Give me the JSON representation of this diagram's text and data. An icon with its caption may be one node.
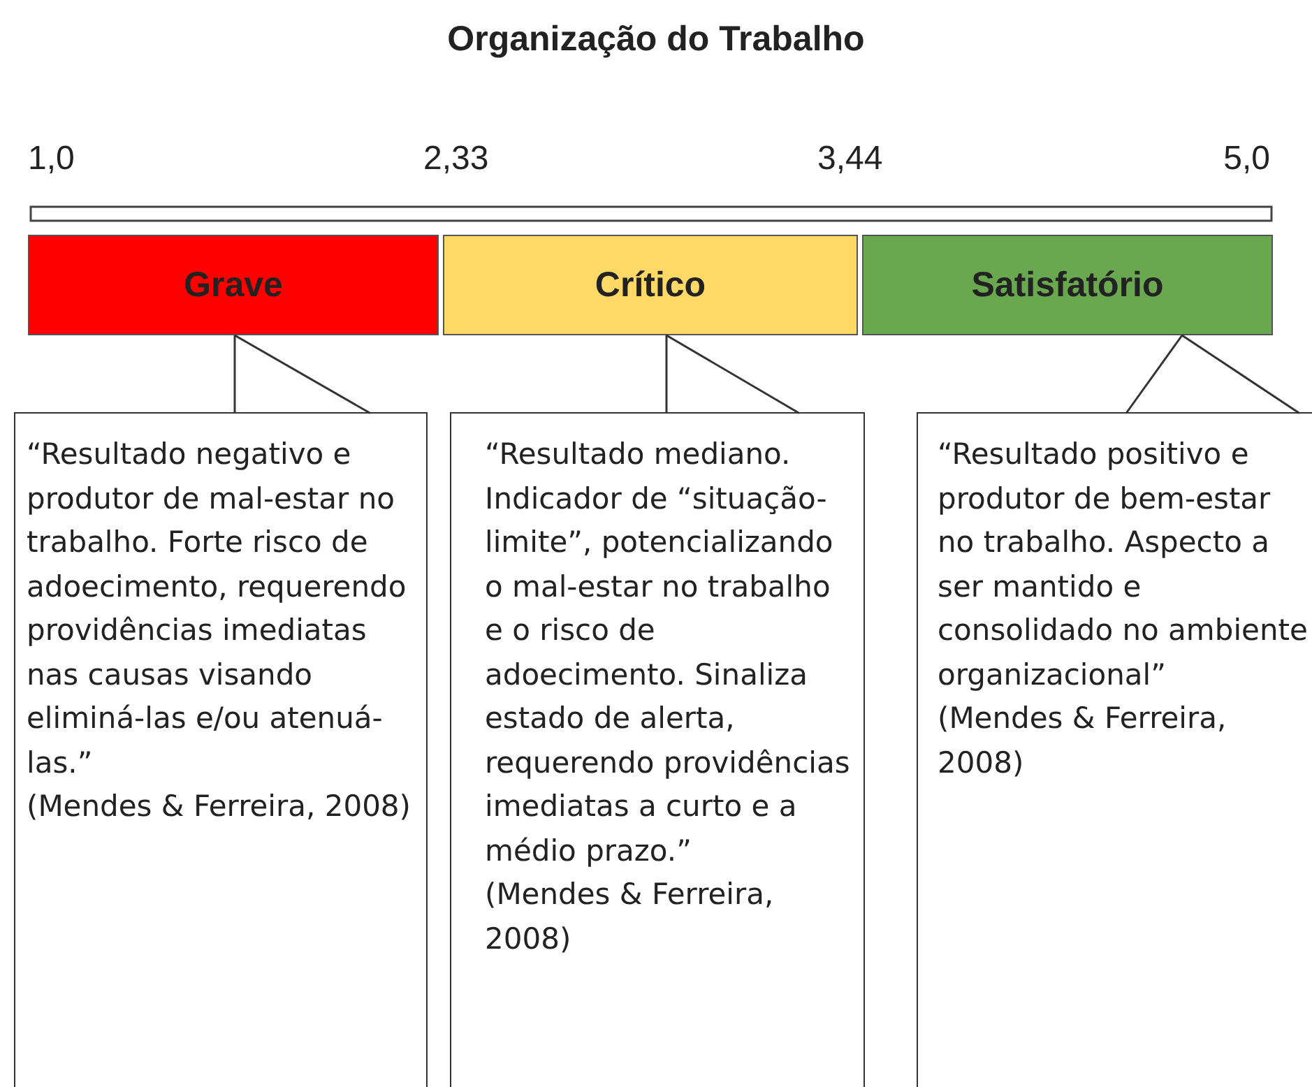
{
  "diagram": {
    "title": "Organização do Trabalho",
    "nodes": [
      {
        "text": [
          "Grave"
        ]
      },
      {
        "text": [
          "Crítico"
        ]
      },
      {
        "text": [
          "Satisfatório"
        ]
      },
      {
        "text": [
          "“Resultado negativo e produtor de mal-estar no trabalho. Forte risco de adoecimento, requerendo providências imediatas nas causas visando eliminá-las e/ou atenuá-las.”",
          "(Mendes & Ferreira, 2008)"
        ]
      },
      {
        "text": [
          "“Resultado mediano. Indicador de “situação-limite”, potencializando o mal-estar no trabalho e o risco de adoecimento. Sinaliza estado de alerta, requerendo providências imediatas a curto e a médio prazo.”",
          "(Mendes & Ferreira, 2008)"
        ]
      },
      {
        "text": [
          "“Resultado positivo e produtor de bem-estar no trabalho. Aspecto a ser mantido e consolidado no ambiente organizacional”",
          "(Mendes & Ferreira, 2008)"
        ]
      }
    ],
    "edges": [
      {
        "from": 3,
        "to": 0,
        "arrow": "none"
      },
      {
        "from": 4,
        "to": 1,
        "arrow": "none"
      },
      {
        "from": 5,
        "to": 2,
        "arrow": "none"
      }
    ],
    "labels": [
      "1,0",
      "2,33",
      "3,44",
      "5,0"
    ]
  }
}
